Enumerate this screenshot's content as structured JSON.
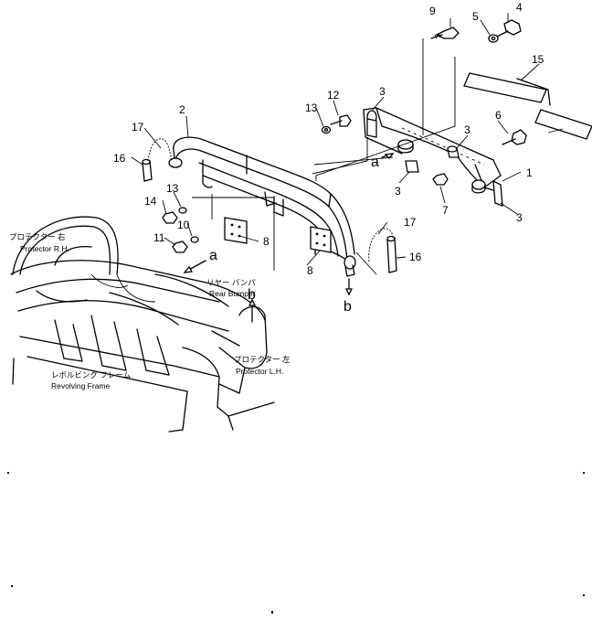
{
  "part_numbers": [
    "1",
    "2",
    "3",
    "3",
    "3",
    "3",
    "4",
    "5",
    "6",
    "7",
    "8",
    "8",
    "9",
    "10",
    "11",
    "12",
    "13",
    "13",
    "14",
    "15",
    "16",
    "16",
    "17",
    "17"
  ],
  "view_letters": [
    "a",
    "a",
    "b",
    "b"
  ],
  "labels": {
    "protector_rh_jp": "プロテクター 右",
    "protector_rh_en": "Protector R.H.",
    "rear_bumper_jp": "リヤー バンパ",
    "rear_bumper_en": "Rear Bumper",
    "protector_lh_jp": "プロテクター 左",
    "protector_lh_en": "Protector L.H.",
    "revolving_frame_jp": "レボルビング フレーム",
    "revolving_frame_en": "Revolving Frame"
  }
}
